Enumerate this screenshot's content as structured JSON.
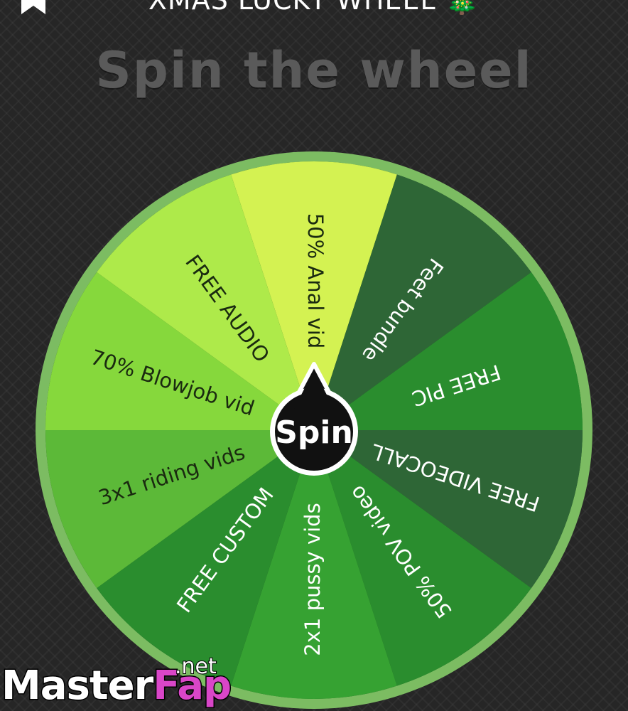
{
  "header": {
    "title": "XMAS LUCKY WHEEL 🎄",
    "icon": "bookmark-icon"
  },
  "heading": "Spin the wheel",
  "wheel": {
    "spin_label": "Spin",
    "segments": [
      {
        "label": "50% Anal vid",
        "color": "#d4f252",
        "text_color": "#1a2a10"
      },
      {
        "label": "Feet bundle",
        "color": "#2e6636",
        "text_color": "#ffffff"
      },
      {
        "label": "FREE PIC",
        "color": "#2a8d2e",
        "text_color": "#ffffff"
      },
      {
        "label": "FREE VIDEOCALL",
        "color": "#2e6636",
        "text_color": "#ffffff"
      },
      {
        "label": "50% POV video",
        "color": "#2a8d2e",
        "text_color": "#ffffff"
      },
      {
        "label": "2x1 pussy vids",
        "color": "#36a232",
        "text_color": "#ffffff"
      },
      {
        "label": "FREE CUSTOM",
        "color": "#2a8d2e",
        "text_color": "#ffffff"
      },
      {
        "label": "3x1 riding vids",
        "color": "#5cb938",
        "text_color": "#1a2a10"
      },
      {
        "label": "70% Blowjob vid",
        "color": "#86d83c",
        "text_color": "#1a2a10"
      },
      {
        "label": "FREE AUDIO",
        "color": "#aeea4a",
        "text_color": "#1a2a10"
      }
    ]
  },
  "watermark": {
    "part1": "Master",
    "part2": "Fap",
    "suffix": ".net"
  }
}
